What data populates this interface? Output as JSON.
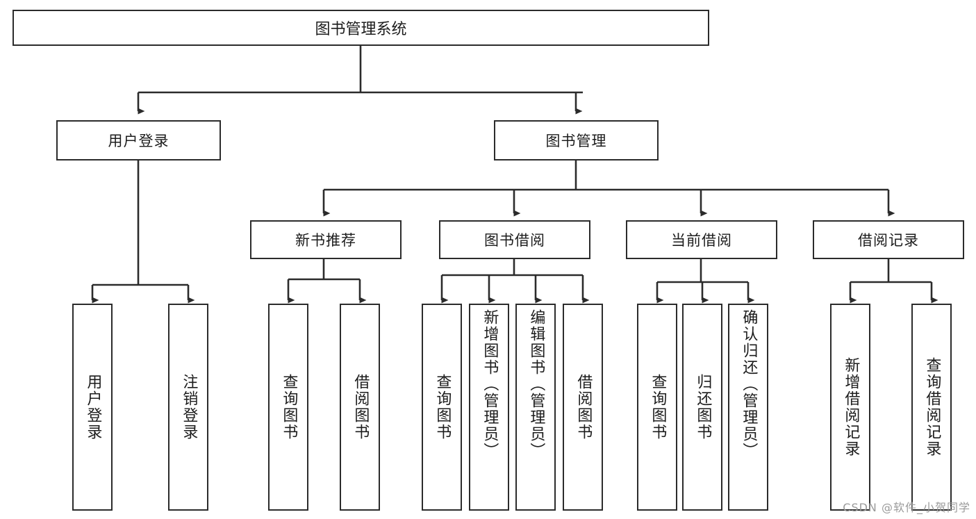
{
  "diagram": {
    "title": "图书管理系统",
    "type": "hierarchy-tree",
    "root": {
      "label": "图书管理系统"
    },
    "level2": [
      {
        "label": "用户登录"
      },
      {
        "label": "图书管理"
      }
    ],
    "level3": [
      {
        "label": "新书推荐"
      },
      {
        "label": "图书借阅"
      },
      {
        "label": "当前借阅"
      },
      {
        "label": "借阅记录"
      }
    ],
    "leaves": {
      "user_login": [
        {
          "label": "用户登录"
        },
        {
          "label": "注销登录"
        }
      ],
      "new_book_recommend": [
        {
          "label": "查询图书"
        },
        {
          "label": "借阅图书"
        }
      ],
      "book_borrow": [
        {
          "label": "查询图书"
        },
        {
          "label": "新增图书（管理员）"
        },
        {
          "label": "编辑图书（管理员）"
        },
        {
          "label": "借阅图书"
        }
      ],
      "current_borrow": [
        {
          "label": "查询图书"
        },
        {
          "label": "归还图书"
        },
        {
          "label": "确认归还（管理员）"
        }
      ],
      "borrow_record": [
        {
          "label": "新增借阅记录"
        },
        {
          "label": "查询借阅记录"
        }
      ]
    }
  },
  "watermark": {
    "text": "CSDN @软件_小贺同学"
  },
  "colors": {
    "stroke": "#2b2b2b",
    "text": "#1c1c1c",
    "background": "#ffffff",
    "watermark": "#9a9a9a"
  }
}
